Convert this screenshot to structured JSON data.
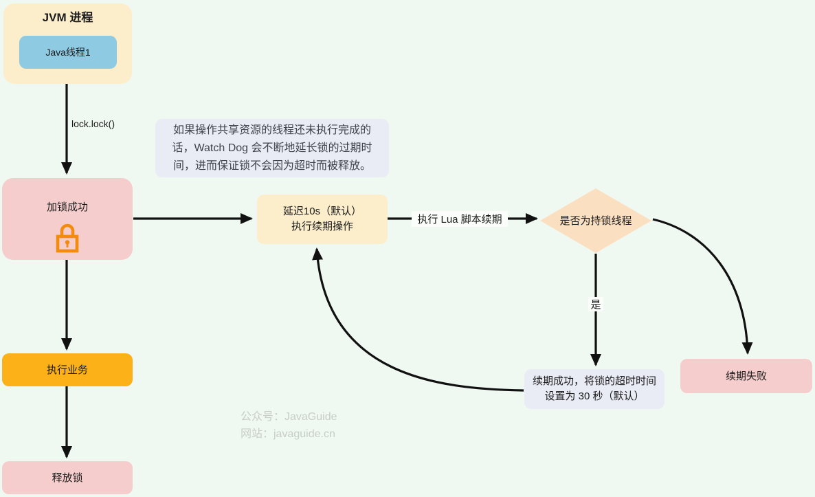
{
  "colors": {
    "background": "#F0F9F1",
    "cream": "#FCEECB",
    "thread_blue": "#8FCAE3",
    "pink": "#F5CDCC",
    "diamond_peach": "#FBDFC1",
    "note_lavender": "#E9EBF5",
    "business_orange": "#FBB117",
    "lock_icon_orange": "#F28B0E",
    "arrow_black": "#111111",
    "watermark_gray": "#C8CCC8"
  },
  "jvm": {
    "title": "JVM 进程",
    "thread_label": "Java线程1"
  },
  "note": {
    "text": "如果操作共享资源的线程还未执行完成的\n话，Watch Dog 会不断地延长锁的过期时\n间，进而保证锁不会因为超时而被释放。"
  },
  "nodes": {
    "lock_success": {
      "label": "加锁成功"
    },
    "delay_renew": {
      "label": "延迟10s（默认）\n执行续期操作"
    },
    "hold_check": {
      "label": "是否为持锁线程"
    },
    "renew_success": {
      "label": "续期成功，将锁的超时时间\n设置为 30 秒（默认）"
    },
    "renew_fail": {
      "label": "续期失败"
    },
    "run_business": {
      "label": "执行业务"
    },
    "release_lock": {
      "label": "释放锁"
    }
  },
  "edges": {
    "lock_call": "lock.lock()",
    "lua_renew": "执行 Lua 脚本续期",
    "yes": "是"
  },
  "watermark": {
    "line1": "公众号：JavaGuide",
    "line2": "网站：javaguide.cn"
  }
}
